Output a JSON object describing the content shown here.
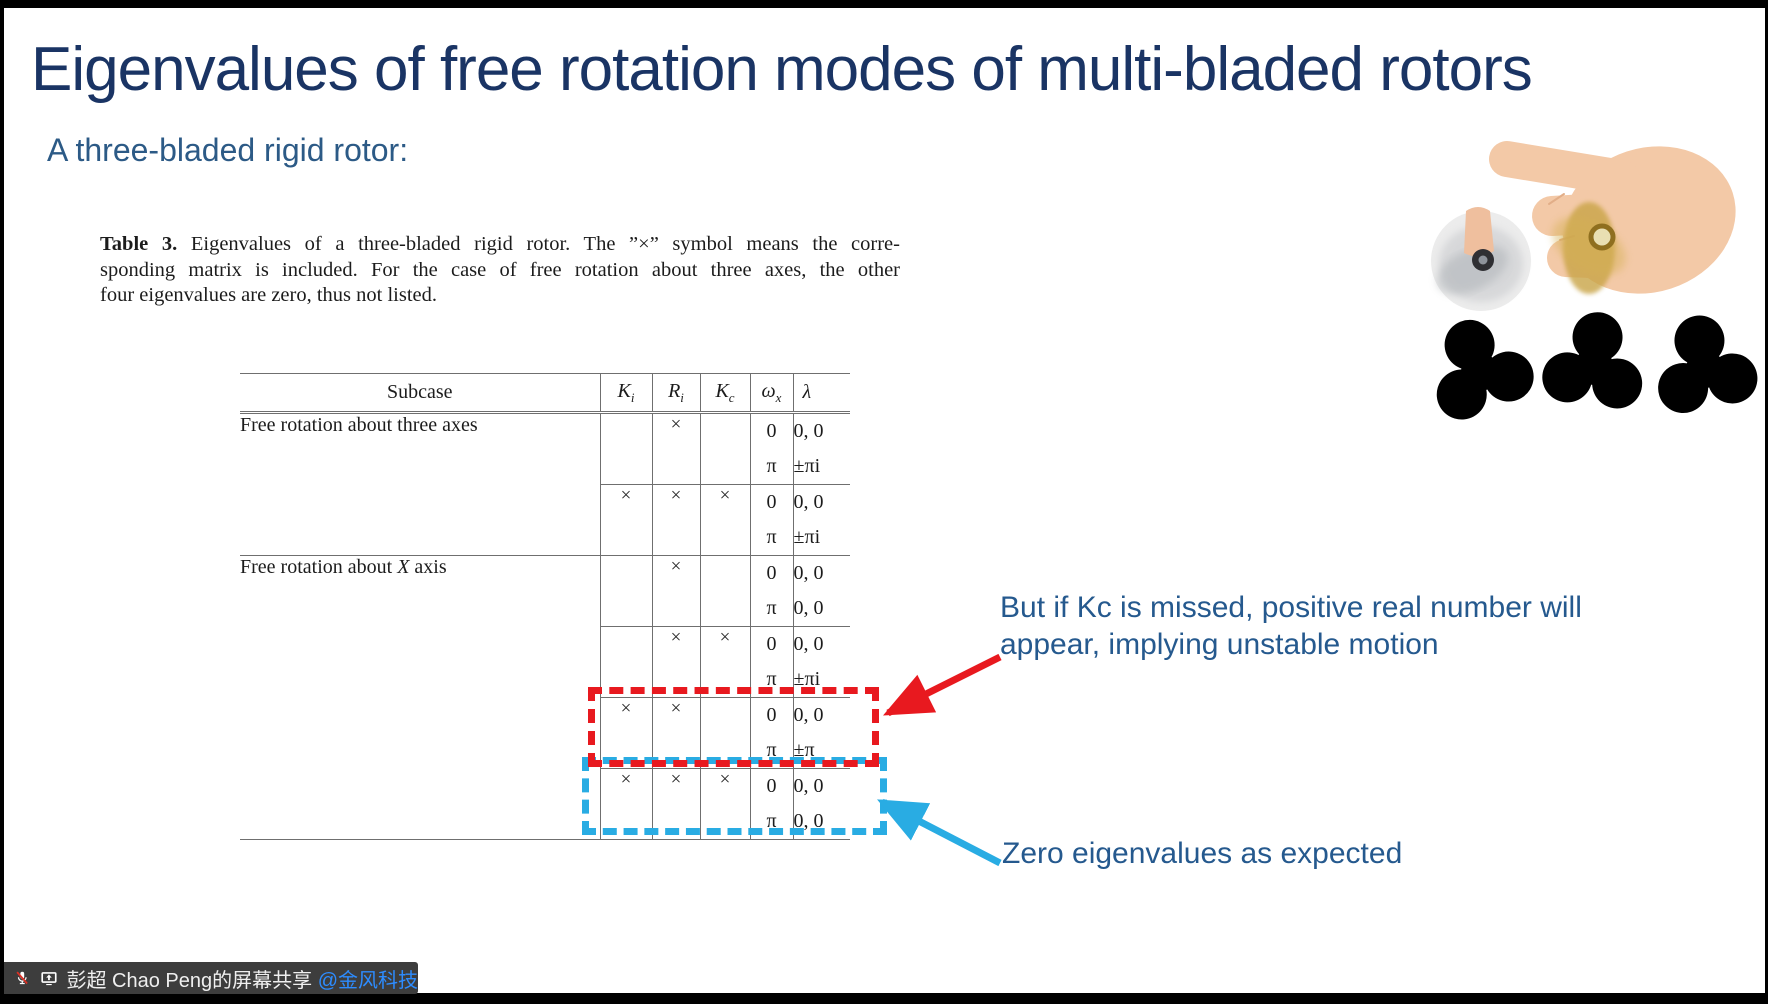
{
  "slide": {
    "title": "Eigenvalues of free rotation modes of multi-bladed rotors",
    "subtitle": "A three-bladed rigid rotor:"
  },
  "caption": {
    "label": "Table 3.",
    "line1_rest": " Eigenvalues of a three-bladed rigid rotor. The ”×” symbol means the corre-",
    "line2": "sponding matrix is included. For the case of free rotation about three axes, the other",
    "line3": "four eigenvalues are zero, thus not listed."
  },
  "table": {
    "headers": {
      "subcase": "Subcase",
      "cols": [
        {
          "m": "K",
          "s": "i"
        },
        {
          "m": "R",
          "s": "i"
        },
        {
          "m": "K",
          "s": "c"
        },
        {
          "m": "ω",
          "s": "x"
        },
        {
          "m": "λ",
          "s": ""
        }
      ]
    },
    "rows": [
      {
        "pre": "Free rotation about three axes",
        "mid": "",
        "post": "",
        "ki": "",
        "ri": "×",
        "kc": "",
        "sub": [
          {
            "w": "0",
            "l": "0, 0"
          },
          {
            "w": "π",
            "l": "±πi"
          }
        ]
      },
      {
        "pre": "",
        "mid": "",
        "post": "",
        "ki": "×",
        "ri": "×",
        "kc": "×",
        "sub": [
          {
            "w": "0",
            "l": "0, 0"
          },
          {
            "w": "π",
            "l": "±πi"
          }
        ]
      },
      {
        "pre": "Free rotation about ",
        "mid": "X",
        "post": " axis",
        "ki": "",
        "ri": "×",
        "kc": "",
        "sub": [
          {
            "w": "0",
            "l": "0, 0"
          },
          {
            "w": "π",
            "l": "0, 0"
          }
        ]
      },
      {
        "pre": "",
        "mid": "",
        "post": "",
        "ki": "",
        "ri": "×",
        "kc": "×",
        "sub": [
          {
            "w": "0",
            "l": "0, 0"
          },
          {
            "w": "π",
            "l": "±πi"
          }
        ]
      },
      {
        "pre": "",
        "mid": "",
        "post": "",
        "ki": "×",
        "ri": "×",
        "kc": "",
        "sub": [
          {
            "w": "0",
            "l": "0, 0"
          },
          {
            "w": "π",
            "l": "±π"
          }
        ]
      },
      {
        "pre": "",
        "mid": "",
        "post": "",
        "ki": "×",
        "ri": "×",
        "kc": "×",
        "sub": [
          {
            "w": "0",
            "l": "0, 0"
          },
          {
            "w": "π",
            "l": "0, 0"
          }
        ]
      }
    ]
  },
  "annotations": {
    "unstable_line1": "But if Kc is missed, positive real number will",
    "unstable_line2": "appear, implying unstable motion",
    "zero_eigen": "Zero eigenvalues as expected",
    "text_color": "#25598E",
    "red_color": "#E8191F",
    "blue_color": "#29ACE3"
  },
  "images": {
    "hand_photo_alt": "hand spinning a gold fidget spinner, with inset of finger pressing a spinning spinner",
    "spinners": [
      {
        "body_color": "#2B3BC7",
        "bearing_outer": "#4CC44C",
        "bearing_mid": "#15151A",
        "bearing_core": "#D9DDE2"
      },
      {
        "body_color": "#D61A20",
        "bearing_outer": "#17171B",
        "bearing_mid": "#C7CCD4",
        "bearing_core": "#FFFFFF"
      },
      {
        "body_color": "#2438C4",
        "bearing_outer": "#17171B",
        "bearing_mid": "#C7CCD4",
        "bearing_core": "#FFFFFF"
      }
    ]
  },
  "share_bar": {
    "text": "彭超 Chao Peng的屏幕共享 ",
    "mention": "@金风科技",
    "mention_color": "#2D8CFF",
    "bar_color": "#3D3D3D"
  }
}
